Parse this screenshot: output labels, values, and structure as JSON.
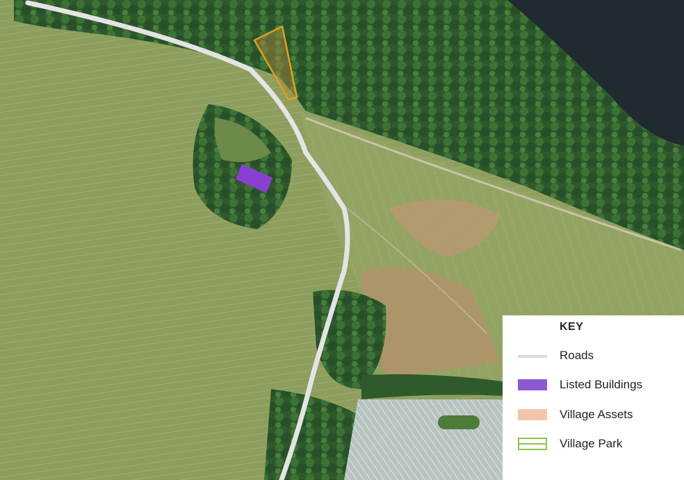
{
  "map": {
    "imagery": "aerial-satellite",
    "colors": {
      "field": "#8a9a5c",
      "woodland": "#2f5a2c",
      "water": "#1f2b31",
      "bare_soil": "#b79a72",
      "road": "#e2e2e2",
      "listed_building": "#8a3fd0",
      "village_asset_outline": "#e0a020"
    }
  },
  "key": {
    "title": "KEY",
    "items": [
      {
        "label": "Roads",
        "symbol": "line",
        "color": "#d9d9d9"
      },
      {
        "label": "Listed Buildings",
        "symbol": "fill",
        "color": "#8a5ad0"
      },
      {
        "label": "Village Assets",
        "symbol": "fill",
        "color": "#f4c4ac"
      },
      {
        "label": "Village Park",
        "symbol": "double-outline",
        "color": "#8bc34a"
      }
    ]
  }
}
